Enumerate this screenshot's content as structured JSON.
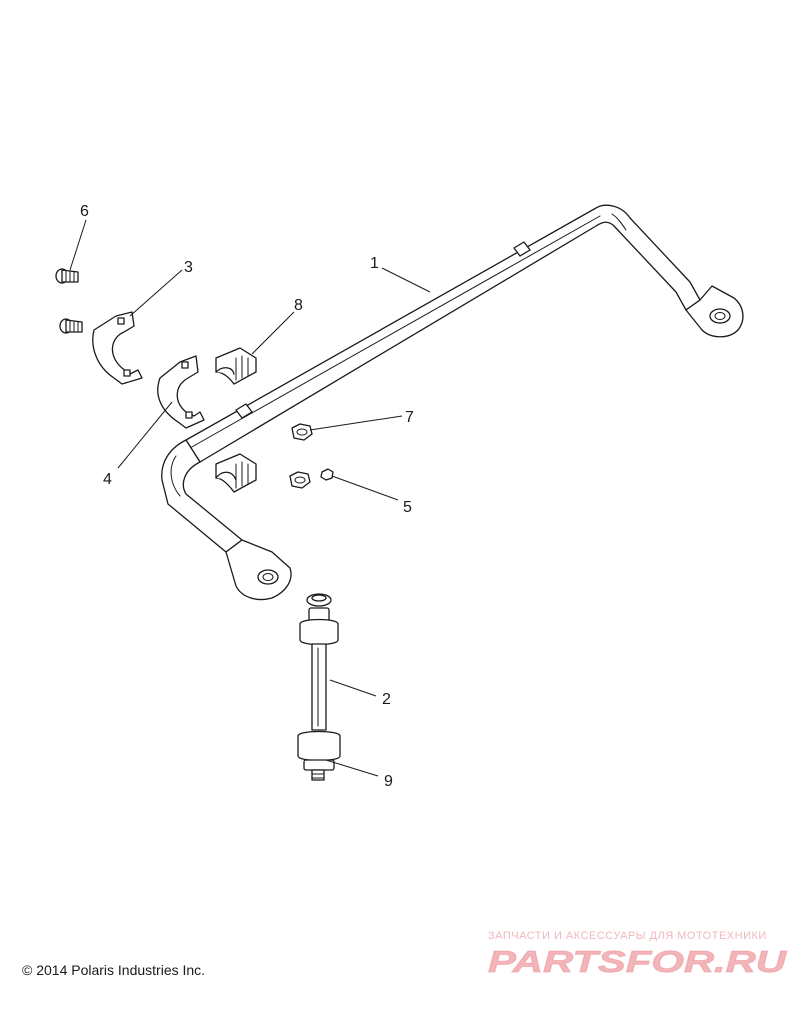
{
  "callouts": [
    {
      "id": "1",
      "label": "1"
    },
    {
      "id": "2",
      "label": "2"
    },
    {
      "id": "3",
      "label": "3"
    },
    {
      "id": "4",
      "label": "4"
    },
    {
      "id": "5",
      "label": "5"
    },
    {
      "id": "6",
      "label": "6"
    },
    {
      "id": "7",
      "label": "7"
    },
    {
      "id": "8",
      "label": "8"
    },
    {
      "id": "9",
      "label": "9"
    }
  ],
  "copyright": "© 2014 Polaris Industries Inc.",
  "watermark": {
    "caption": "ЗАПЧАСТИ И АКСЕССУАРЫ ДЛЯ МОТОТЕХНИКИ",
    "logo": "PARTSFOR.RU",
    "color": "#e87a82"
  }
}
